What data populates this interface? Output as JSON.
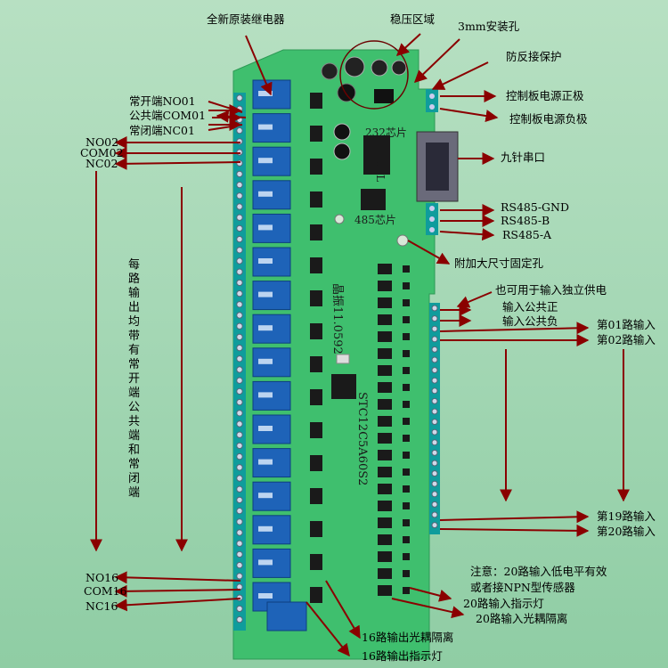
{
  "colors": {
    "background": "#a6d8b6",
    "pcb": "#3fbf6e",
    "relay": "#1e63b8",
    "arrow": "#8a0000",
    "terminal": "#0f9c9c"
  },
  "callouts": {
    "new_relay": "全新原装继电器",
    "regulator_zone": "稳压区域",
    "mount_hole_3mm": "3mm安装孔",
    "reverse_protect": "防反接保护",
    "power_pos": "控制板电源正极",
    "power_neg": "控制板电源负极",
    "chip_232": "232芯片",
    "ttl": "TTL",
    "serial_9pin": "九针串口",
    "rs485_gnd": "RS485-GND",
    "rs485_b": "RS485-B",
    "rs485_a": "RS485-A",
    "chip_485": "485芯片",
    "large_hole": "附加大尺寸固定孔",
    "input_supply": "也可用于输入独立供电",
    "input_common_pos": "输入公共正",
    "input_common_neg": "输入公共负",
    "input_01": "第01路输入",
    "input_02": "第02路输入",
    "input_19": "第19路输入",
    "input_20": "第20路输入",
    "note_line1": "注意：20路输入低电平有效",
    "note_line2": "或者接NPN型传感器",
    "input_leds": "20路输入指示灯",
    "input_optocoupler": "20路输入光耦隔离",
    "output_optocoupler": "16路输出光耦隔离",
    "output_leds": "16路输出指示灯",
    "crystal": "晶振11.0592",
    "mcu": "STC12C5A60S2",
    "no01": "常开端NO01",
    "com01": "公共端COM01",
    "nc01": "常闭端NC01",
    "no02": "NO02",
    "com02": "COM02",
    "nc02": "NC02",
    "no16": "NO16",
    "com16": "COM16",
    "nc16": "NC16",
    "each_output": "每路输出均带有常开端公共端和常闭端"
  }
}
